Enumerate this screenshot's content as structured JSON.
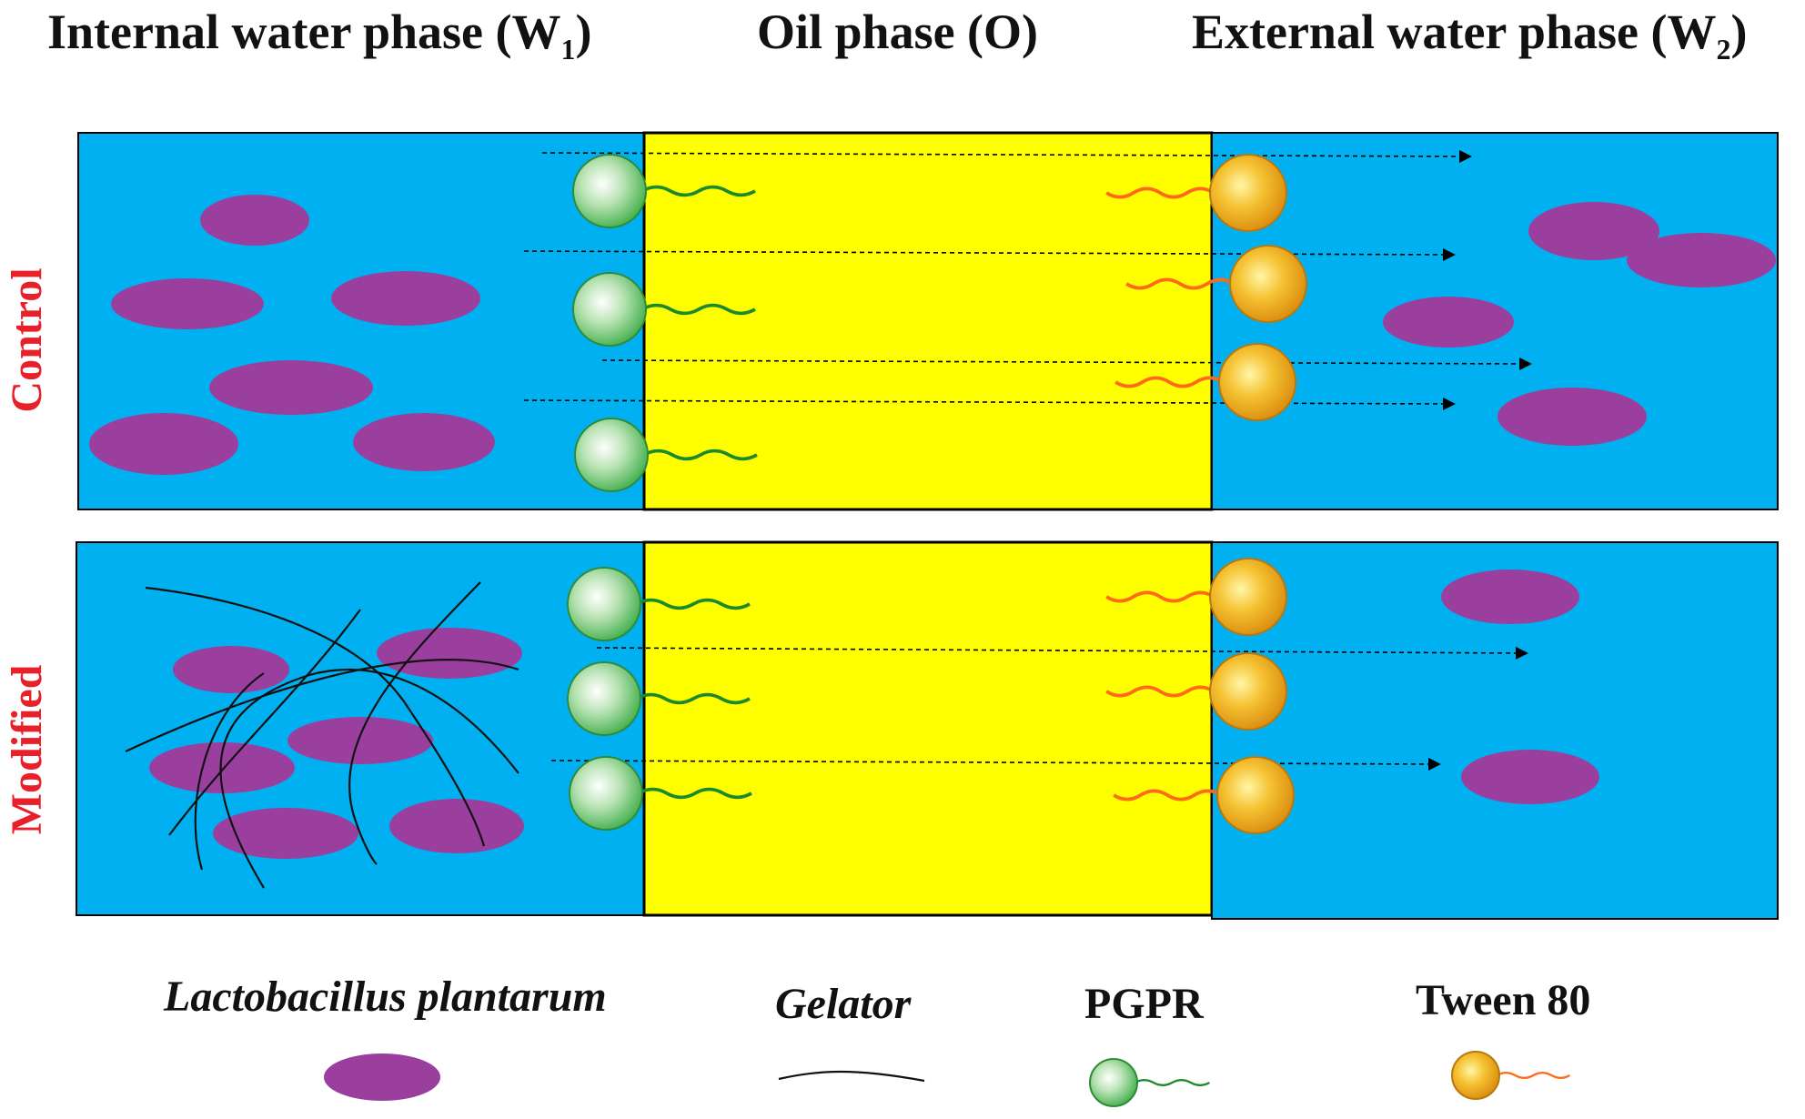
{
  "headers": {
    "internal_prefix": "Internal  water phase (W",
    "internal_sub": "1",
    "internal_suffix": ")",
    "oil": "Oil phase (O)",
    "external_prefix": "External  water phase (W",
    "external_sub": "2",
    "external_suffix": ")"
  },
  "rows": {
    "control": "Control",
    "modified": "Modified"
  },
  "legend": {
    "bacteria": "Lactobacillus plantarum",
    "gelator": "Gelator",
    "pgpr": "PGPR",
    "tween": "Tween 80"
  },
  "colors": {
    "water": "#00b0f0",
    "oil": "#ffff00",
    "bacteria": "#9b3f9e",
    "pgpr": "#5fbf5f",
    "pgpr_tail": "#1a8a2a",
    "tween": "#f2a81c",
    "tween_tail": "#ff6a1a",
    "row_label": "#e8202a"
  }
}
